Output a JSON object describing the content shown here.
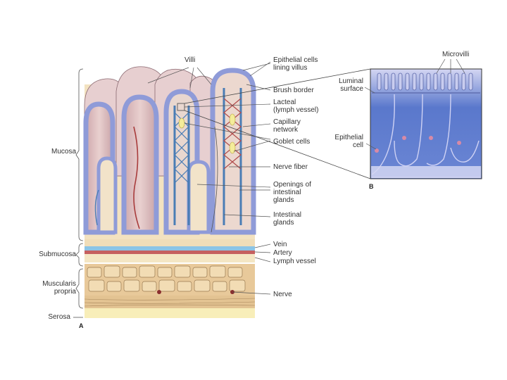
{
  "panel_a": {
    "letter": "A",
    "left_labels": {
      "mucosa": "Mucosa",
      "submucosa": "Submucosa",
      "muscularis_line1": "Muscularis",
      "muscularis_line2": "propria",
      "serosa": "Serosa"
    },
    "right_labels": {
      "villi": "Villi",
      "epithelial_line1": "Epithelial cells",
      "epithelial_line2": "lining villus",
      "brush_border": "Brush border",
      "lacteal_line1": "Lacteal",
      "lacteal_line2": "(lymph vessel)",
      "capillary_line1": "Capillary",
      "capillary_line2": "network",
      "goblet": "Goblet cells",
      "nerve_fiber": "Nerve fiber",
      "openings_line1": "Openings of",
      "openings_line2": "intestinal",
      "openings_line3": "glands",
      "glands_line1": "Intestinal",
      "glands_line2": "glands",
      "vein": "Vein",
      "artery": "Artery",
      "lymph_vessel": "Lymph vessel",
      "nerve": "Nerve"
    }
  },
  "panel_b": {
    "letter": "B",
    "microvilli": "Microvilli",
    "luminal_line1": "Luminal",
    "luminal_line2": "surface",
    "epithelial_line1": "Epithelial",
    "epithelial_line2": "cell"
  }
}
